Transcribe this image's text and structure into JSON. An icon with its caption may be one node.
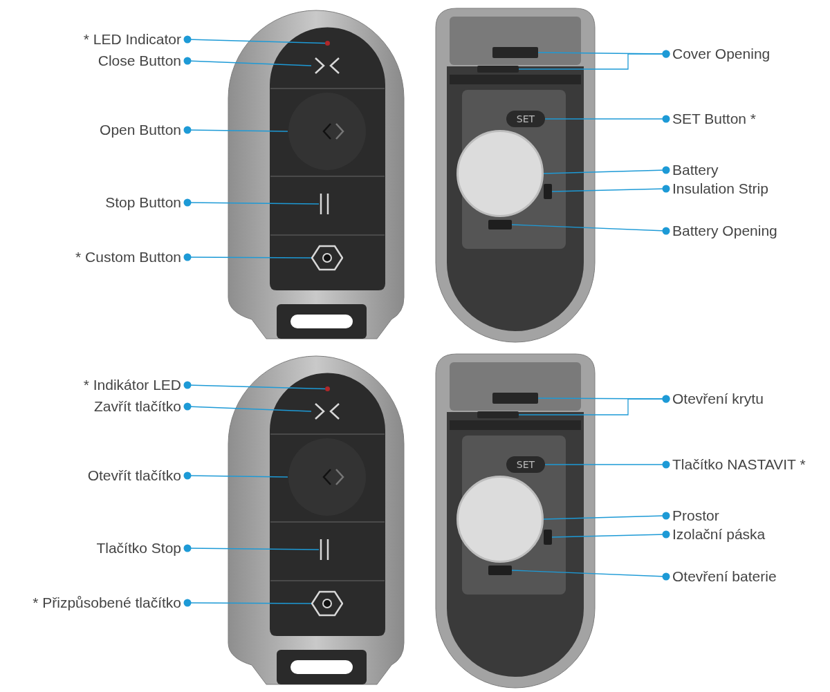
{
  "diagram": {
    "nodes": [
      {
        "text": [
          "* LED Indicator"
        ]
      },
      {
        "text": [
          "Close Button"
        ]
      },
      {
        "text": [
          "Open Button"
        ]
      },
      {
        "text": [
          "Stop Button"
        ]
      },
      {
        "text": [
          "* Custom Button"
        ]
      },
      {
        "text": [],
        "shape": "circle"
      },
      {
        "text": [],
        "shape": "picture"
      },
      {
        "text": [],
        "shape": "circle"
      },
      {
        "text": [],
        "shape": "picture"
      },
      {
        "text": [],
        "shape": "picture"
      },
      {
        "text": [
          "Cover Opening"
        ]
      },
      {
        "text": [
          "SET Button *"
        ]
      },
      {
        "text": [
          "Battery"
        ]
      },
      {
        "text": [
          "Insulation Strip"
        ]
      },
      {
        "text": [
          "Battery Opening"
        ]
      },
      {
        "text": [],
        "shape": "box"
      },
      {
        "text": [],
        "shape": "box"
      },
      {
        "text": [
          "SET"
        ]
      },
      {
        "text": [],
        "shape": "circle"
      },
      {
        "text": [],
        "shape": "box"
      },
      {
        "text": [],
        "shape": "box"
      },
      {
        "text": [
          "* Indikátor LED"
        ]
      },
      {
        "text": [
          "Zavřít tlačítko"
        ]
      },
      {
        "text": [
          "Otevřít tlačítko"
        ]
      },
      {
        "text": [
          "Tlačítko Stop"
        ]
      },
      {
        "text": [
          "* Přizpůsobené tlačítko"
        ]
      },
      {
        "text": [],
        "shape": "circle"
      },
      {
        "text": [],
        "shape": "picture"
      },
      {
        "text": [],
        "shape": "circle"
      },
      {
        "text": [],
        "shape": "picture"
      },
      {
        "text": [],
        "shape": "picture"
      },
      {
        "text": [
          "Otevření krytu"
        ]
      },
      {
        "text": [
          "Tlačítko NASTAVIT *"
        ]
      },
      {
        "text": [
          "Prostor"
        ]
      },
      {
        "text": [
          "Izolační páska"
        ]
      },
      {
        "text": [
          "Otevření baterie"
        ]
      },
      {
        "text": [],
        "shape": "box"
      },
      {
        "text": [],
        "shape": "box"
      },
      {
        "text": [
          "SET"
        ]
      },
      {
        "text": [],
        "shape": "circle"
      },
      {
        "text": [],
        "shape": "box"
      },
      {
        "text": [],
        "shape": "box"
      }
    ],
    "edges": [
      {
        "from": 0,
        "to": 5,
        "arrow": "other"
      },
      {
        "from": 1,
        "to": 6,
        "arrow": "other"
      },
      {
        "from": 2,
        "to": 7,
        "arrow": "other"
      },
      {
        "from": 3,
        "to": 8,
        "arrow": "other"
      },
      {
        "from": 4,
        "to": 9,
        "arrow": "other"
      },
      {
        "from": 10,
        "to": 15,
        "arrow": "other"
      },
      {
        "from": 10,
        "to": 16,
        "arrow": "other"
      },
      {
        "from": 11,
        "to": 17,
        "arrow": "other"
      },
      {
        "from": 12,
        "to": 18,
        "arrow": "other"
      },
      {
        "from": 13,
        "to": 19,
        "arrow": "other"
      },
      {
        "from": 14,
        "to": 20,
        "arrow": "other"
      },
      {
        "from": 21,
        "to": 26,
        "arrow": "other"
      },
      {
        "from": 22,
        "to": 27,
        "arrow": "other"
      },
      {
        "from": 23,
        "to": 28,
        "arrow": "other"
      },
      {
        "from": 24,
        "to": 29,
        "arrow": "other"
      },
      {
        "from": 25,
        "to": 30,
        "arrow": "other"
      },
      {
        "from": 31,
        "to": 36,
        "arrow": "other"
      },
      {
        "from": 31,
        "to": 37,
        "arrow": "other"
      },
      {
        "from": 32,
        "to": 38,
        "arrow": "other"
      },
      {
        "from": 33,
        "to": 39,
        "arrow": "other"
      },
      {
        "from": 34,
        "to": 40,
        "arrow": "other"
      },
      {
        "from": 35,
        "to": 41,
        "arrow": "other"
      }
    ]
  }
}
